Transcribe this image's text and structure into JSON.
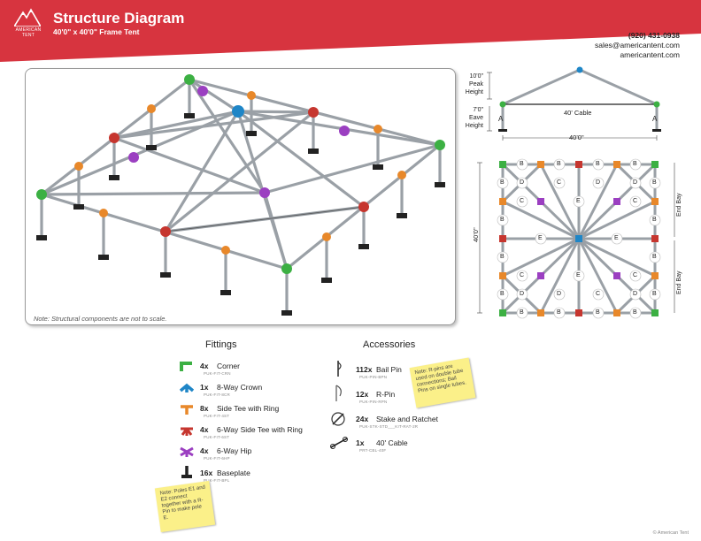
{
  "header": {
    "brand": "AMERICAN TENT",
    "title": "Structure Diagram",
    "subtitle": "40'0\" x 40'0\" Frame Tent",
    "phone": "(920) 431-0938",
    "email": "sales@americantent.com",
    "website": "americantent.com",
    "banner_color": "#d7343f"
  },
  "diagram": {
    "note": "Note: Structural components are not to scale."
  },
  "elevation": {
    "peak_height_value": "10'0\"",
    "peak_height_label": "Peak",
    "peak_height_label2": "Height",
    "eave_height_value": "7'0\"",
    "eave_height_label": "Eave",
    "eave_height_label2": "Height",
    "cable_label": "40' Cable",
    "width_label": "40'0\"",
    "pole_label": "A"
  },
  "plan": {
    "length_label": "40'0\"",
    "bay_label": "End Bay",
    "letters": {
      "b": "B",
      "c": "C",
      "d": "D",
      "e": "E"
    }
  },
  "fittings": {
    "title": "Fittings",
    "items": [
      {
        "qty": "4x",
        "name": "Corner",
        "sku": "PUK-FIT-CRN",
        "color": "#3cb043"
      },
      {
        "qty": "1x",
        "name": "8-Way Crown",
        "sku": "PUK-FIT-8CR",
        "color": "#1f86c7"
      },
      {
        "qty": "8x",
        "name": "Side Tee with Ring",
        "sku": "PUK-FIT-4ST",
        "color": "#e8882a"
      },
      {
        "qty": "4x",
        "name": "6-Way Side Tee with Ring",
        "sku": "PUK-FIT-6ST",
        "color": "#c6362f"
      },
      {
        "qty": "4x",
        "name": "6-Way Hip",
        "sku": "PUK-FIT-6HP",
        "color": "#9b3fc1"
      },
      {
        "qty": "16x",
        "name": "Baseplate",
        "sku": "PUK-FIT-BPL",
        "color": "#222222"
      }
    ],
    "sticky_note": "Note: Poles E1 and E2 connect together with a R-Pin to make pole E."
  },
  "accessories": {
    "title": "Accessories",
    "items": [
      {
        "qty": "112x",
        "name": "Bail Pin",
        "sku": "PUK-PIN-BPN"
      },
      {
        "qty": "12x",
        "name": "R-Pin",
        "sku": "PUK-PIN-RPN"
      },
      {
        "qty": "24x",
        "name": "Stake and Ratchet",
        "sku": "PUK-STK-STD___KIT-RAT-2R"
      },
      {
        "qty": "1x",
        "name": "40' Cable",
        "sku": "PRT-CBL-40F"
      }
    ],
    "sticky_note": "Note: R-pins are used on double tube connections; Bail Pins on single tubes."
  },
  "footer": {
    "copyright": "© American Tent"
  }
}
